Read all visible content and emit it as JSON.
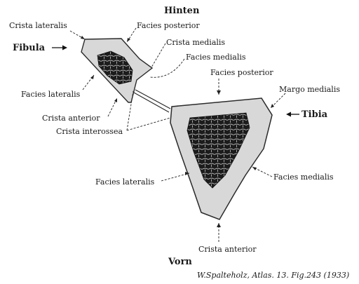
{
  "orientation": {
    "top": "Hinten",
    "bottom": "Vorn"
  },
  "bones": {
    "fibula": "Fibula",
    "tibia": "Tibia"
  },
  "fibula_labels": {
    "crista_lateralis": "Crista lateralis",
    "facies_posterior": "Facies posterior",
    "crista_medialis": "Crista medialis",
    "facies_medialis": "Facies medialis",
    "facies_lateralis": "Facies lateralis",
    "crista_anterior": "Crista anterior",
    "crista_interossea": "Crista interossea"
  },
  "tibia_labels": {
    "facies_posterior": "Facies posterior",
    "margo_medialis": "Margo medialis",
    "facies_lateralis": "Facies lateralis",
    "facies_medialis": "Facies medialis",
    "crista_anterior": "Crista anterior"
  },
  "caption": "W.Spalteholz, Atlas. 13. Fig.243 (1933)",
  "colors": {
    "cortex": "#d8d8d8",
    "outline": "#2a2a2a",
    "marrow": "#1c1c1c",
    "trabecula": "#b5b5b5",
    "text": "#1a1a1a"
  }
}
